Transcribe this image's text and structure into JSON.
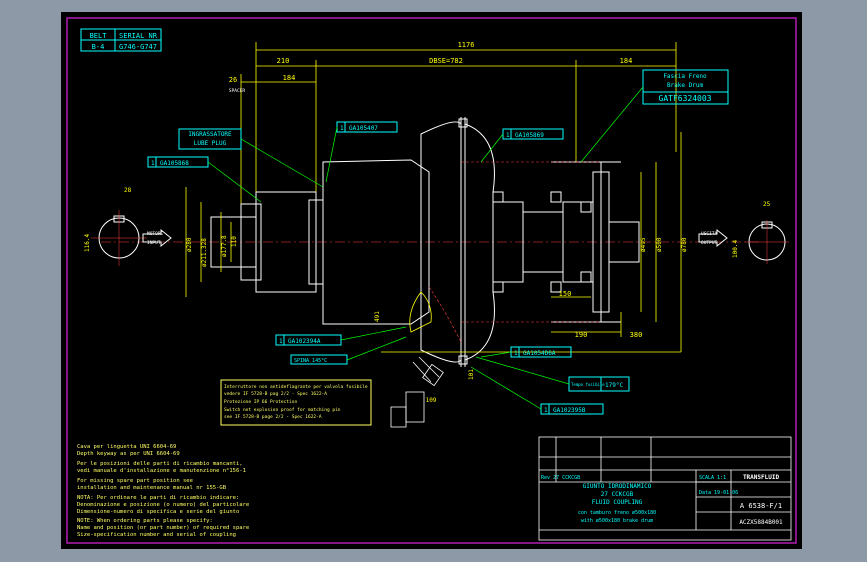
{
  "colors": {
    "sheet": "#000000",
    "page": "#8e99a8",
    "frame": "#c01ec0",
    "geometry": "#ffffff",
    "dimension": "#ffff00",
    "callout": "#00ffff",
    "leader": "#00ff00",
    "hidden": "#ff4040",
    "note_box": "#ffff66"
  },
  "belt_table": {
    "headers": [
      "BELT",
      "SERIAL NR"
    ],
    "row": [
      "B-4",
      "G746-G747"
    ]
  },
  "dimensions": {
    "overall": "1176",
    "d210": "210",
    "dbse": "DBSE=782",
    "d184_right": "184",
    "d26": "26",
    "spacer": "SPACER",
    "d184_left": "184",
    "d28": "28",
    "d116": "116.4",
    "d25": "25",
    "d100": "100.4",
    "d780": "ø780",
    "d500": "ø500",
    "d495": "ø495",
    "d280": "ø280",
    "d211": "ø211.328",
    "d177": "ø177.8",
    "d110": "110",
    "d150": "150",
    "d190": "190",
    "d380": "380",
    "d101": "101",
    "d109": "109",
    "d491": "491"
  },
  "labels": {
    "input": "INPUT",
    "input2": "MOTORE",
    "output": "OUTPUT",
    "output2": "USCITA",
    "greaser1": "INGRASSATORE",
    "greaser2": "LUBE PLUG",
    "brake_title1": "Fascia Freno",
    "brake_title2": "Brake Drum",
    "brake_code": "GATF6324003"
  },
  "callouts": [
    {
      "qty": "1",
      "code": "GA105407"
    },
    {
      "qty": "1",
      "code": "GA105868"
    },
    {
      "qty": "1",
      "code": "GA105869"
    },
    {
      "qty": "1",
      "code": "GA102394A"
    },
    {
      "qty": "1",
      "code": "GA1054D6A"
    },
    {
      "qty": "1",
      "code": "GA102395B"
    }
  ],
  "small_callouts": {
    "spina": "SPINA 145°C",
    "temp": "Tempo fusibile",
    "temp_value": "179°C"
  },
  "note_box": [
    "Interruttore non antideflagrante per valvola fusibile",
    "vedere IF 5728-B pag 2/2 - Spec 1622-A",
    "Protezione IP 66 Protection",
    "Switch not explosion proof for matching pin",
    "see IF 5728-B page 2/2 - Spec 1622-A"
  ],
  "bottom_notes": [
    "Cava per linguetta UNI 6604-69",
    "Depth keyway as per UNI 6604-69",
    "Per le posizioni delle parti di ricambio mancanti,",
    "vedi manuale d'installazione e manutenzione n°156-1",
    "For missing spare part position see",
    "installation and maintenance manual nr 155-GB",
    "NOTA: Per ordinare le parti di ricambio indicare:",
    "      Denominazione e posizione (o numero) del particolare",
    "      Dimensione-numero di specifica e serie del giunto",
    "NOTE: When ordering parts please specify:",
    "      Name and position (or part number) of required spare",
    "      Size-specification number and serial of coupling"
  ],
  "title_block": {
    "ref": "Rev 27 CCKCGB",
    "desc_it": "GIUNTO IDRODINAMICO",
    "model": "27 CCKCGB",
    "desc_en": "FLUID COUPLING",
    "line1": "con tamburo freno ø500x180",
    "line2": "with ø500x180 brake drum",
    "scale": "SCALA 1:1",
    "date": "Data 19-01-06",
    "drawing_no": "A 6538-F/1",
    "code": "ACZX5884B001",
    "company": "TRANSFLUID"
  }
}
